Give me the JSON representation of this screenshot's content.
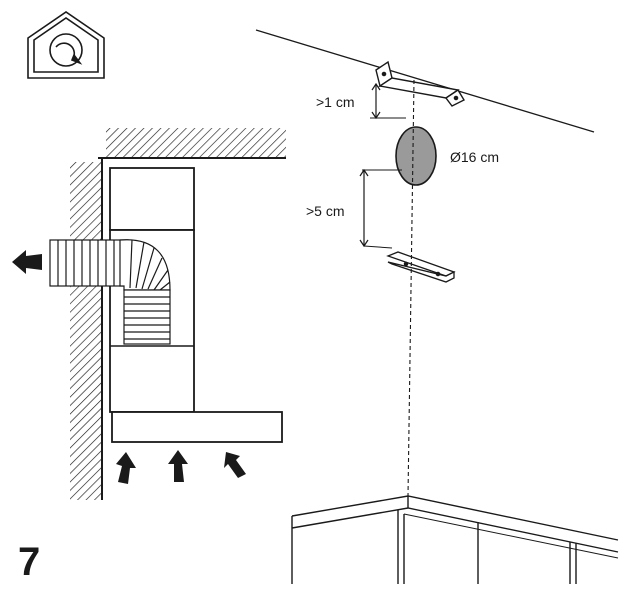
{
  "labels": {
    "gap_top": ">1 cm",
    "duct_diameter": "Ø16 cm",
    "gap_bottom": ">5 cm",
    "step_number": "7"
  },
  "icons": {
    "mode": "recirculation-house-icon",
    "airflow": "airflow-arrow-icon"
  },
  "colors": {
    "line": "#1a1a1a",
    "duct_fill": "#9a9a9a",
    "background": "#ffffff"
  }
}
